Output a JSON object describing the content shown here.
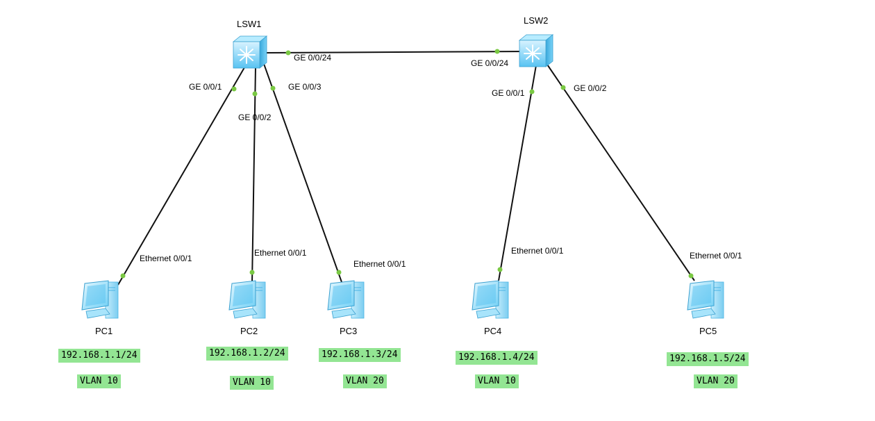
{
  "colors": {
    "link": "#111111",
    "port_dot": "#7ac943",
    "note_bg": "#93e593",
    "switch_body": "#8fd8f7",
    "pc_body": "#5ec4f0"
  },
  "switches": [
    {
      "id": "LSW1",
      "name": "LSW1",
      "icon": "switch-icon"
    },
    {
      "id": "LSW2",
      "name": "LSW2",
      "icon": "switch-icon"
    }
  ],
  "pcs": [
    {
      "id": "PC1",
      "name": "PC1",
      "ip": "192.168.1.1/24",
      "vlan": "VLAN 10",
      "icon": "pc-icon"
    },
    {
      "id": "PC2",
      "name": "PC2",
      "ip": "192.168.1.2/24",
      "vlan": "VLAN 10",
      "icon": "pc-icon"
    },
    {
      "id": "PC3",
      "name": "PC3",
      "ip": "192.168.1.3/24",
      "vlan": "VLAN 20",
      "icon": "pc-icon"
    },
    {
      "id": "PC4",
      "name": "PC4",
      "ip": "192.168.1.4/24",
      "vlan": "VLAN 10",
      "icon": "pc-icon"
    },
    {
      "id": "PC5",
      "name": "PC5",
      "ip": "192.168.1.5/24",
      "vlan": "VLAN 20",
      "icon": "pc-icon"
    }
  ],
  "links": [
    {
      "from": "LSW1",
      "from_port": "GE 0/0/24",
      "to": "LSW2",
      "to_port": "GE 0/0/24"
    },
    {
      "from": "LSW1",
      "from_port": "GE 0/0/1",
      "to": "PC1",
      "to_port": "Ethernet 0/0/1"
    },
    {
      "from": "LSW1",
      "from_port": "GE 0/0/2",
      "to": "PC2",
      "to_port": "Ethernet 0/0/1"
    },
    {
      "from": "LSW1",
      "from_port": "GE 0/0/3",
      "to": "PC3",
      "to_port": "Ethernet 0/0/1"
    },
    {
      "from": "LSW2",
      "from_port": "GE 0/0/1",
      "to": "PC4",
      "to_port": "Ethernet 0/0/1"
    },
    {
      "from": "LSW2",
      "from_port": "GE 0/0/2",
      "to": "PC5",
      "to_port": "Ethernet 0/0/1"
    }
  ]
}
